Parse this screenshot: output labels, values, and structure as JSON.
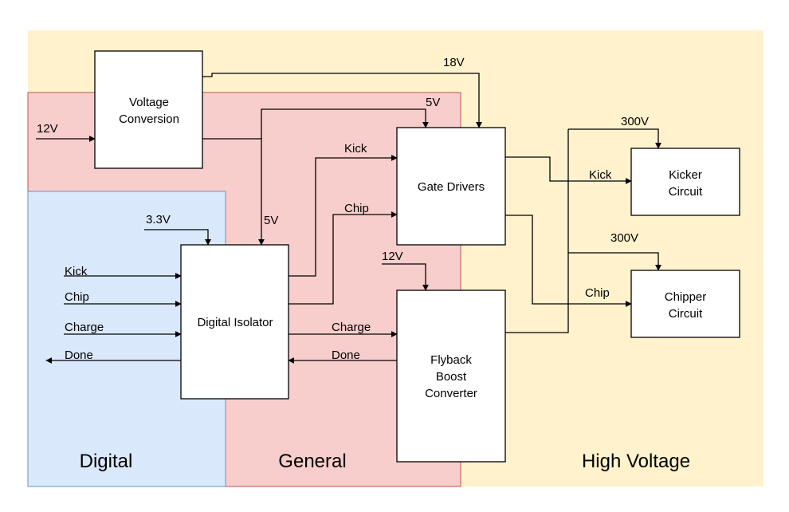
{
  "zones": {
    "digital": {
      "label": "Digital",
      "color": "#dae8fc"
    },
    "general": {
      "label": "General",
      "color": "#f8cecc"
    },
    "high_voltage": {
      "label": "High Voltage",
      "color": "#fff2cc"
    }
  },
  "blocks": {
    "voltage_conversion": [
      "Voltage",
      "Conversion"
    ],
    "gate_drivers": [
      "Gate Drivers"
    ],
    "digital_isolator": [
      "Digital Isolator"
    ],
    "flyback": [
      "Flyback",
      "Boost",
      "Converter"
    ],
    "kicker": [
      "Kicker",
      "Circuit"
    ],
    "chipper": [
      "Chipper",
      "Circuit"
    ]
  },
  "signals": {
    "v12_in": "12V",
    "v18": "18V",
    "v5_top": "5V",
    "v5_iso": "5V",
    "v33": "3.3V",
    "v12_flyback": "12V",
    "kick_gate": "Kick",
    "chip_gate": "Chip",
    "kick_in": "Kick",
    "chip_in": "Chip",
    "charge_in": "Charge",
    "done_out": "Done",
    "charge_fly": "Charge",
    "done_fly": "Done",
    "v300_kicker": "300V",
    "v300_chipper": "300V",
    "kick_out": "Kick",
    "chip_out": "Chip"
  }
}
